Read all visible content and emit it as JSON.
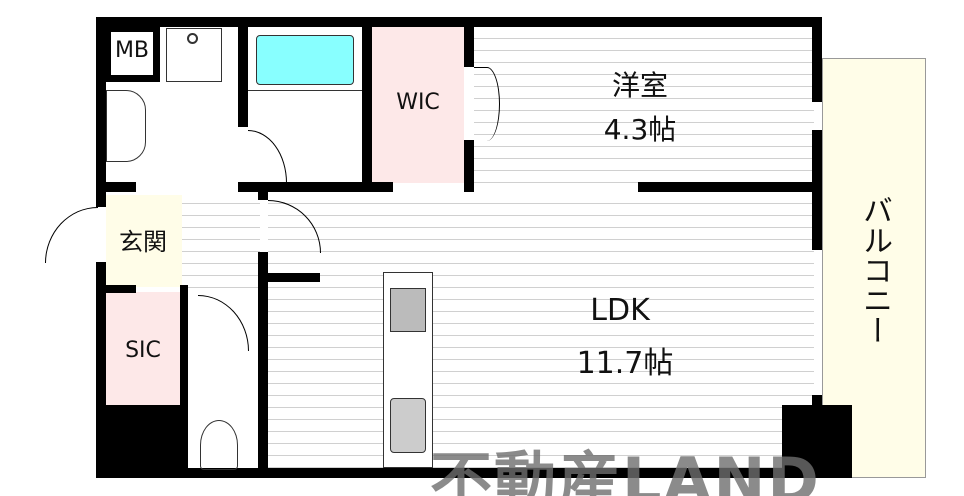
{
  "rooms": {
    "mb": "MB",
    "wic": "WIC",
    "western_name": "洋室",
    "western_size": "4.3帖",
    "entrance": "玄関",
    "sic": "SIC",
    "ldk_name": "LDK",
    "ldk_size": "11.7帖",
    "balcony": "バルコニー"
  },
  "watermark": "不動産LAND",
  "colors": {
    "walk_in_closet": "#fde8e8",
    "entrance": "#fffde8",
    "balcony": "#fffde8",
    "bathtub": "#88ffff",
    "wall": "#000000"
  }
}
